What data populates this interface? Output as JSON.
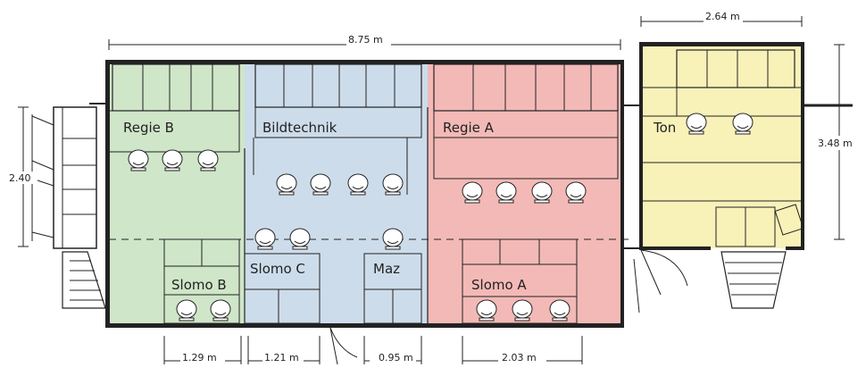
{
  "dimensions": {
    "total_length": "8.75 m",
    "ton_width": "2.64 m",
    "ton_depth": "3.48 m",
    "left_depth": "2.40",
    "slomo_b": "1.29 m",
    "slomo_c": "1.21 m",
    "maz": "0.95 m",
    "slomo_a": "2.03 m"
  },
  "rooms": {
    "regie_b": "Regie B",
    "bildtechnik": "Bildtechnik",
    "regie_a": "Regie A",
    "ton": "Ton",
    "slomo_b": "Slomo B",
    "slomo_c": "Slomo C",
    "maz": "Maz",
    "slomo_a": "Slomo A"
  },
  "colors": {
    "regie_b": "#cfe6c8",
    "bildtechnik": "#cddcea",
    "regie_a": "#f3b9b6",
    "ton": "#f8f1b8",
    "line": "#222222"
  }
}
